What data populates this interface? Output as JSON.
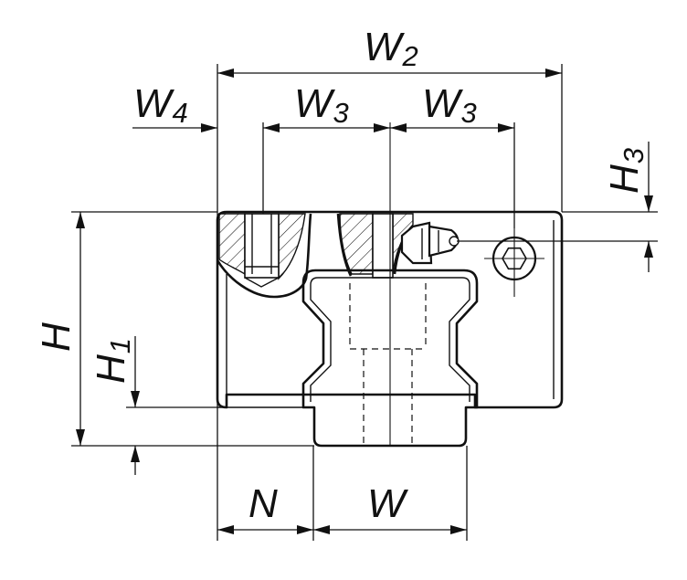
{
  "dimensions": {
    "w2": {
      "symbol": "W",
      "sub": "2"
    },
    "w4": {
      "symbol": "W",
      "sub": "4"
    },
    "w3_left": {
      "symbol": "W",
      "sub": "3"
    },
    "w3_right": {
      "symbol": "W",
      "sub": "3"
    },
    "h3": {
      "symbol": "H",
      "sub": "3"
    },
    "h": {
      "symbol": "H"
    },
    "h1": {
      "symbol": "H",
      "sub": "1"
    },
    "n": {
      "symbol": "N"
    },
    "w": {
      "symbol": "W"
    }
  }
}
